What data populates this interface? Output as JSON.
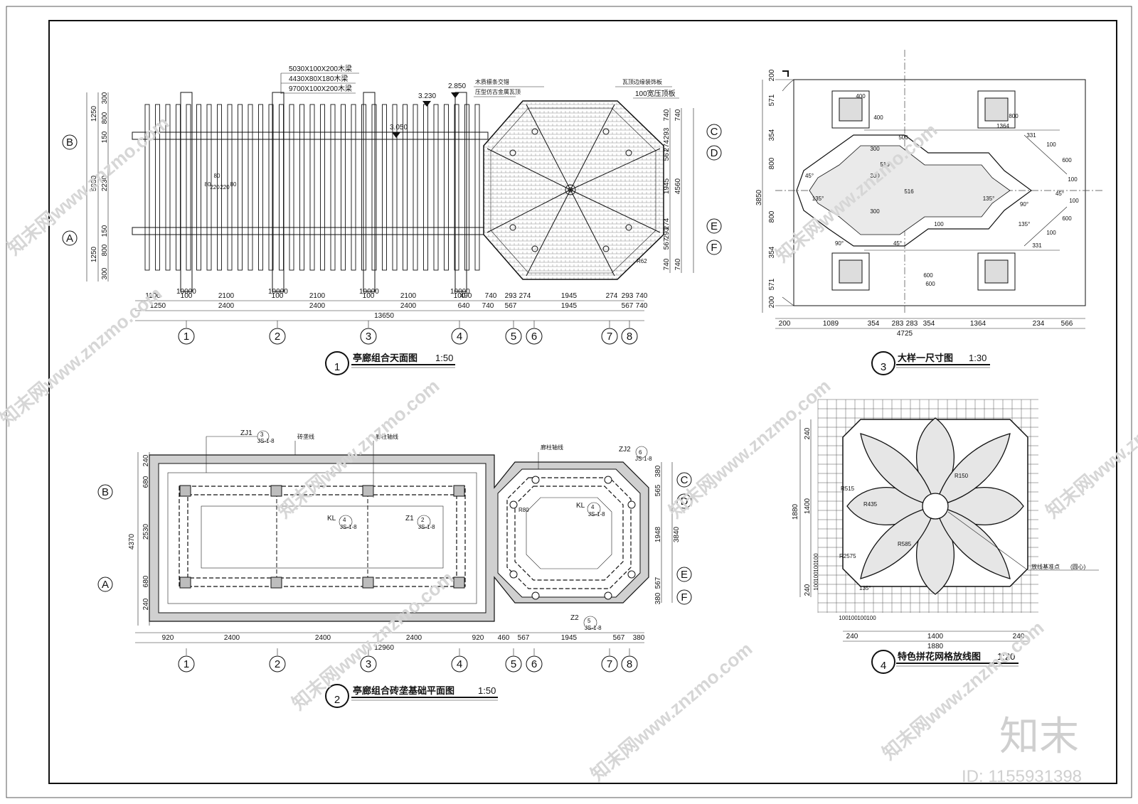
{
  "views": [
    {
      "num": "1",
      "title": "亭廊组合天面图",
      "scale": "1:50"
    },
    {
      "num": "2",
      "title": "亭廊组合砖垄基础平面图",
      "scale": "1:50"
    },
    {
      "num": "3",
      "title": "大样一尺寸图",
      "scale": "1:30"
    },
    {
      "num": "4",
      "title": "特色拼花网格放线图",
      "scale": "1:20"
    }
  ],
  "axes_num": [
    "1",
    "2",
    "3",
    "4",
    "5",
    "6",
    "7",
    "8"
  ],
  "axes_letter": [
    "A",
    "B",
    "C",
    "D",
    "E",
    "F"
  ],
  "plan1": {
    "notes": [
      "5030X100X200木梁",
      "4430X80X180木梁",
      "9700X100X200木梁"
    ],
    "levels": [
      "2.850",
      "3.230",
      "3.050"
    ],
    "roof_notes": [
      "木质檩条交错",
      "压型仿古金属瓦顶",
      "瓦顶边缘装饰板",
      "100宽压顶板"
    ],
    "col_labels": [
      "10000",
      "10000",
      "10000",
      "10000"
    ],
    "bottom_dims_a": [
      "1100",
      "100",
      "2100",
      "100",
      "2100",
      "100",
      "2100",
      "100",
      "490",
      "740",
      "293",
      "274",
      "1945",
      "274",
      "293",
      "740"
    ],
    "bottom_dims_b": [
      "1250",
      "2400",
      "2400",
      "2400",
      "640",
      "740",
      "567",
      "1945",
      "567",
      "740"
    ],
    "total": "13650",
    "left_dims": [
      "300",
      "800",
      "150",
      "2230",
      "150",
      "800",
      "300"
    ],
    "left_outer": [
      "1250",
      "5030",
      "1250"
    ],
    "right_dims": [
      "740",
      "293",
      "274",
      "567",
      "1945",
      "274",
      "293",
      "567",
      "740"
    ],
    "right_outer": [
      "740",
      "4560",
      "740"
    ],
    "detail_dims": [
      "80",
      "80",
      "220",
      "220",
      "80"
    ],
    "r_note": "R62"
  },
  "plan2": {
    "labels": [
      "ZJ1",
      "ZJ2",
      "KL",
      "Z1",
      "KL",
      "Z2",
      "R80"
    ],
    "marks": [
      "3",
      "6",
      "4",
      "2",
      "4",
      "5"
    ],
    "refs": [
      "JS-1-8"
    ],
    "notes": [
      "砖垄线",
      "廊柱轴线",
      "廊柱轴线"
    ],
    "left_dims": [
      "240",
      "680",
      "2530",
      "680",
      "240"
    ],
    "left_outer": "4370",
    "right_dims": [
      "380",
      "565",
      "1948",
      "567",
      "380"
    ],
    "right_outer": "3840",
    "bottom_dims": [
      "920",
      "2400",
      "2400",
      "2400",
      "920",
      "460",
      "567",
      "1945",
      "567",
      "380"
    ],
    "total": "12960"
  },
  "plan3": {
    "left_dims": [
      "200",
      "571",
      "354",
      "800",
      "800",
      "354",
      "571",
      "200"
    ],
    "left_total": "3850",
    "bottom_dims": [
      "200",
      "1089",
      "354",
      "283",
      "283",
      "354",
      "1364",
      "234",
      "566"
    ],
    "total": "4725",
    "inner_dims": [
      "400",
      "400",
      "500",
      "800",
      "331",
      "100",
      "600",
      "100",
      "100",
      "600",
      "100",
      "331",
      "1364",
      "516",
      "516",
      "600",
      "600",
      "100",
      "300",
      "300",
      "300"
    ],
    "angles": [
      "45°",
      "135°",
      "90°",
      "45°",
      "135°",
      "90°",
      "135°",
      "45°"
    ]
  },
  "plan4": {
    "left_dims": [
      "240",
      "1400",
      "240"
    ],
    "left_total": "1880",
    "small": [
      "100",
      "100",
      "100",
      "100"
    ],
    "bottom_dims": [
      "240",
      "1400",
      "240"
    ],
    "total": "1880",
    "radii": [
      "R515",
      "R150",
      "R435",
      "R585",
      "R2575"
    ],
    "angle": "135°",
    "note": "放线基准点",
    "note2": "(圆心)"
  },
  "watermark": "知末网www.znzmo.com",
  "logo": "知末",
  "id": "ID: 1155931398"
}
